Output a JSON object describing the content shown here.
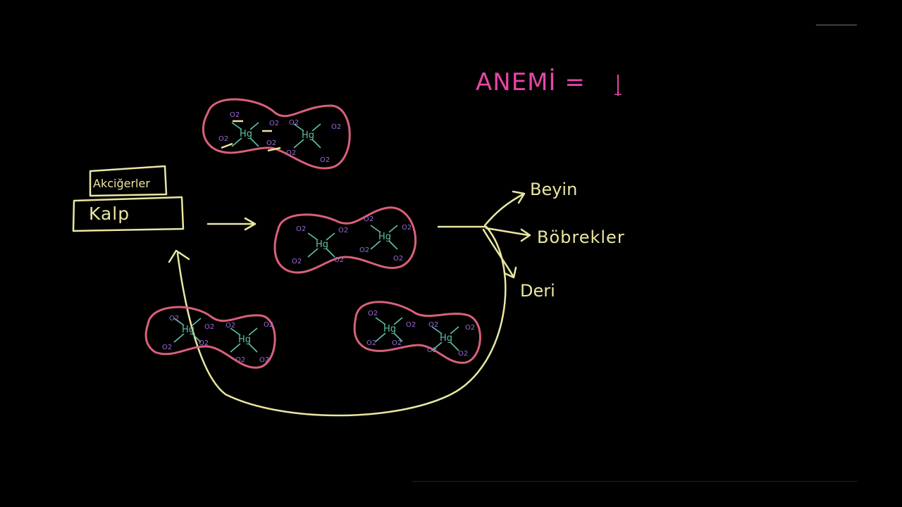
{
  "labels": {
    "akcigerler": "Akciğerler",
    "kalp": "Kalp",
    "beyin": "Beyin",
    "bobrekler": "Böbrekler",
    "deri": "Deri",
    "anemi": "ANEMİ ="
  },
  "cell": {
    "o2": "O2",
    "hg": "Hg"
  },
  "colors": {
    "background": "#000000",
    "yellow_chalk": "#e9e7a2",
    "cell_outline": "#d9607a",
    "o2_text": "#9a6cd6",
    "hg_text": "#5ec3a6",
    "anemi_text": "#e645a6"
  }
}
